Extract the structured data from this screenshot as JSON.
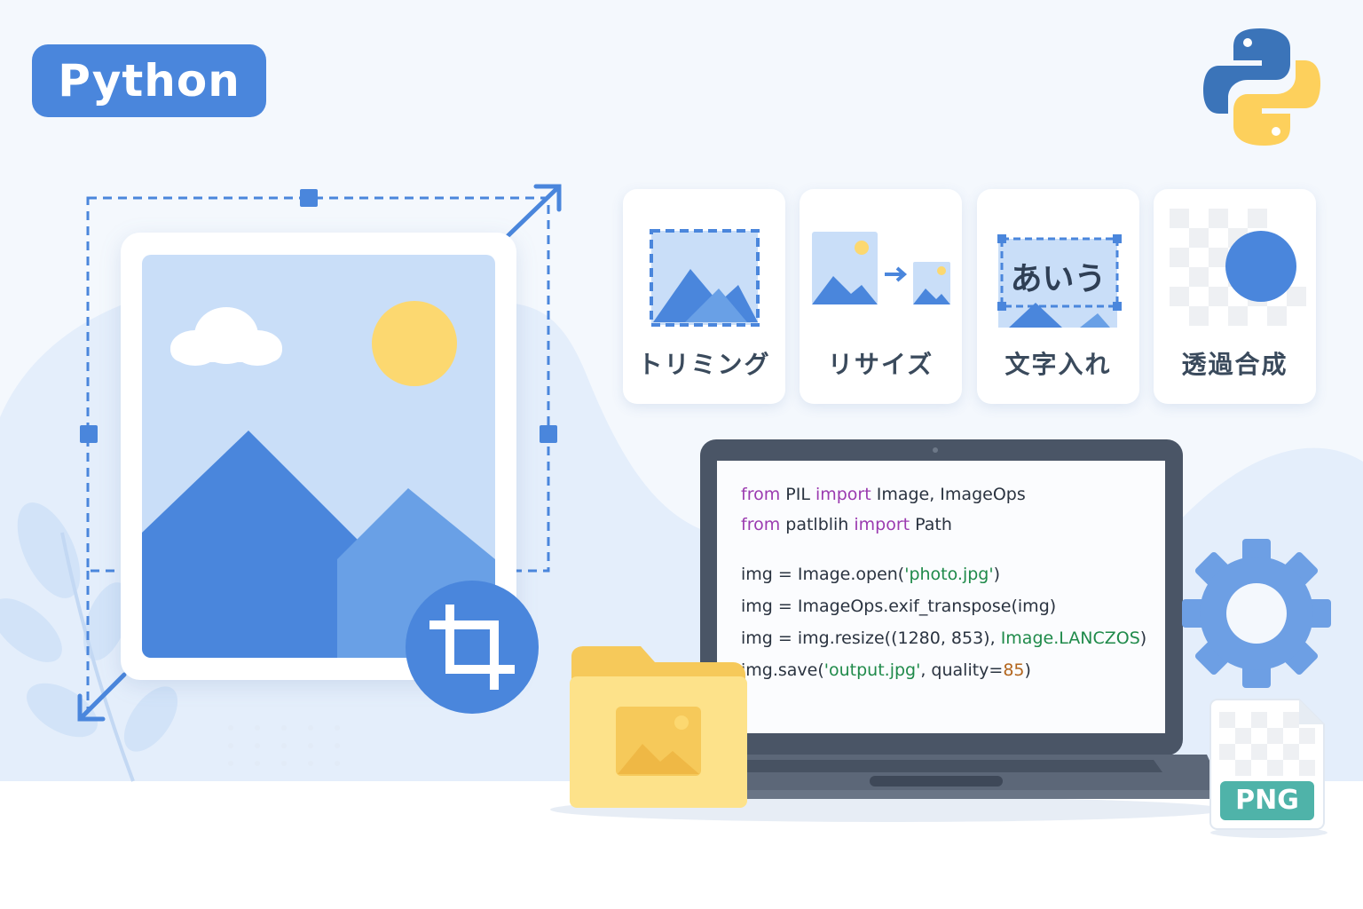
{
  "badge": {
    "label": "Python"
  },
  "features": [
    {
      "label": "トリミング"
    },
    {
      "label": "リサイズ"
    },
    {
      "label": "文字入れ",
      "sample_text": "あいう"
    },
    {
      "label": "透過合成"
    }
  ],
  "code": {
    "lines": [
      [
        {
          "t": "from",
          "c": "kw"
        },
        {
          "t": " PIL "
        },
        {
          "t": "import",
          "c": "kw"
        },
        {
          "t": " Image, ImageOps"
        }
      ],
      [
        {
          "t": "from",
          "c": "kw"
        },
        {
          "t": " patlblih "
        },
        {
          "t": "import",
          "c": "kw"
        },
        {
          "t": " Path"
        }
      ],
      [
        {
          "t": "img = Image.open("
        },
        {
          "t": "'photo.jpg'",
          "c": "st"
        },
        {
          "t": ")"
        }
      ],
      [
        {
          "t": "img = ImageOps.exif_transpose(img)"
        }
      ],
      [
        {
          "t": "img = img.resize((1280, 853), "
        },
        {
          "t": "Image.LANCZOS",
          "c": "st"
        },
        {
          "t": ")"
        }
      ],
      [
        {
          "t": "img.save("
        },
        {
          "t": "'output.jpg'",
          "c": "st"
        },
        {
          "t": ", quality="
        },
        {
          "t": "85",
          "c": "nm"
        },
        {
          "t": ")"
        }
      ]
    ]
  },
  "file_badge": {
    "label": "PNG"
  },
  "colors": {
    "accent_blue": "#4a86dc",
    "light_blue": "#c8def7",
    "sun_yellow": "#fcd870",
    "folder_yellow": "#fde28a",
    "laptop_frame": "#4a5566",
    "png_teal": "#4fb3a9"
  },
  "icons": [
    "python-logo-icon",
    "crop-icon",
    "gear-icon",
    "folder-image-icon",
    "png-file-icon",
    "resize-arrow-icon"
  ]
}
